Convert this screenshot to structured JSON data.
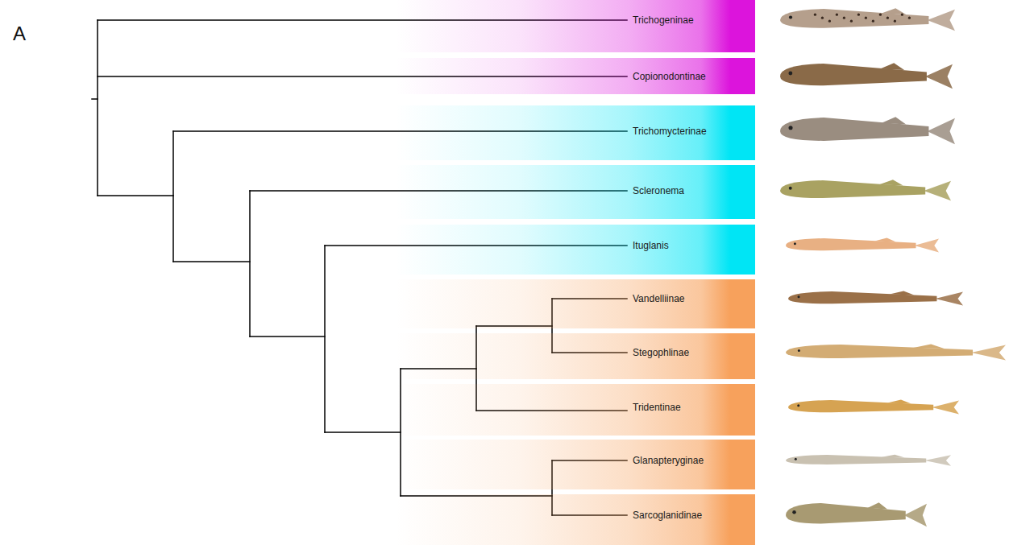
{
  "diagram": {
    "nodes": [
      {
        "text": [
          "Trichogeninae"
        ]
      },
      {
        "text": [
          "Copionodontinae"
        ]
      },
      {
        "text": [
          "Trichomycterinae"
        ]
      },
      {
        "text": [
          "Scleronema"
        ]
      },
      {
        "text": [
          "Ituglanis"
        ]
      },
      {
        "text": [
          "Vandelliinae"
        ]
      },
      {
        "text": [
          "Stegophlinae"
        ]
      },
      {
        "text": [
          "Tridentinae"
        ]
      },
      {
        "text": [
          "Glanapteryginae"
        ]
      },
      {
        "text": [
          "Sarcoglanidinae"
        ]
      }
    ],
    "labels": [
      "A"
    ]
  }
}
